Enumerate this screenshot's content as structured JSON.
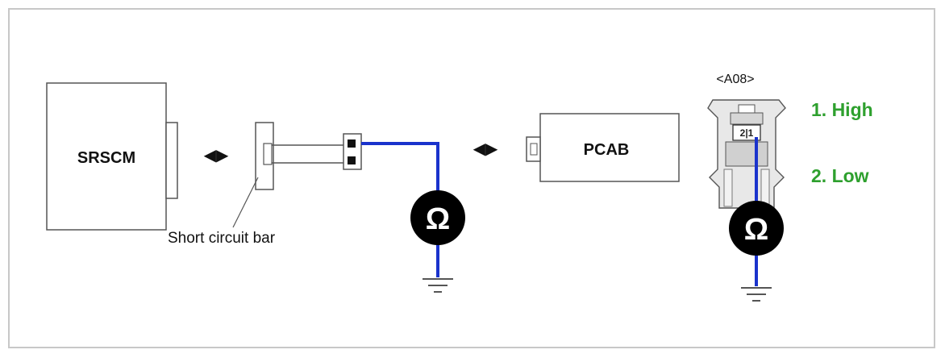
{
  "diagram": {
    "srscm_label": "SRSCM",
    "pcab_label": "PCAB",
    "short_bar_label": "Short circuit bar",
    "connector_label": "<A08>",
    "connector_pins": "2|1",
    "pin1_label": "1. High",
    "pin2_label": "2. Low",
    "ohm_symbol": "Ω",
    "arrows": "◀▶",
    "colors": {
      "wire": "#1a33cc",
      "pin_label": "#2ea02e",
      "ohm_bg": "#000000",
      "ohm_fg": "#ffffff",
      "outline": "#555555"
    }
  }
}
